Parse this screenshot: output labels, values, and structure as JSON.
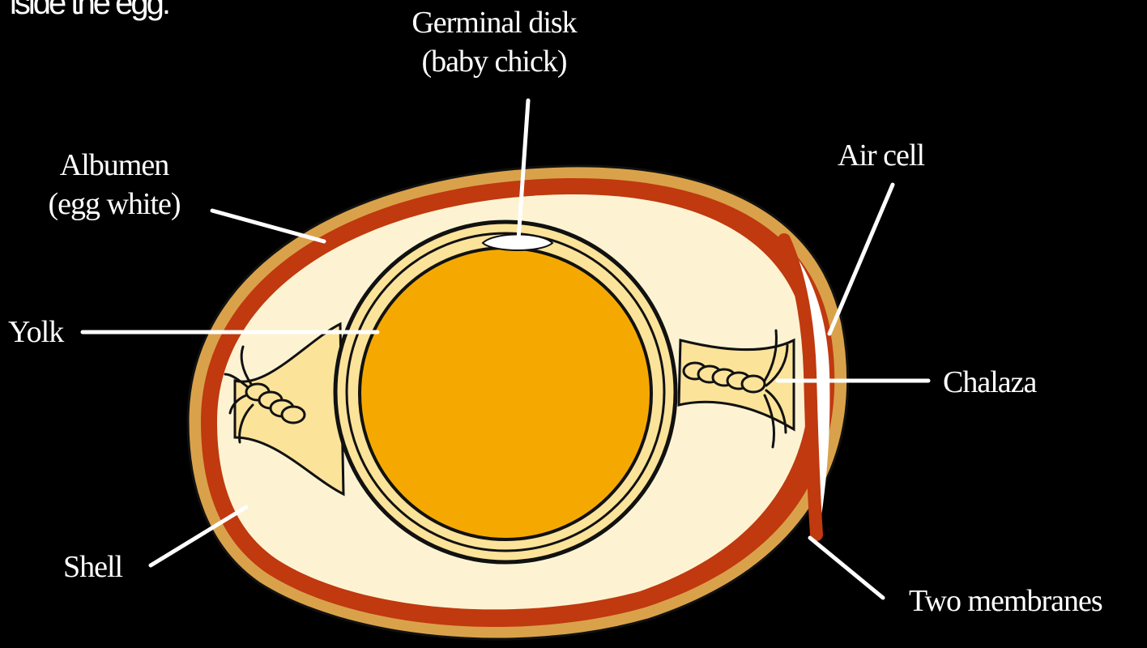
{
  "heading": "iside the egg.",
  "labels": {
    "germinal_disk": {
      "line1": "Germinal disk",
      "line2": "(baby chick)"
    },
    "albumen": {
      "line1": "Albumen",
      "line2": "(egg white)"
    },
    "air_cell": "Air cell",
    "yolk": "Yolk",
    "chalaza": "Chalaza",
    "shell": "Shell",
    "two_membranes": "Two membranes"
  },
  "colors": {
    "background": "#000000",
    "shell_outer": "#d9a24a",
    "membrane": "#c0390f",
    "albumen": "#fdf3d2",
    "yolk": "#f5a900",
    "yolk_ring": "#fbe39a",
    "air_cell": "#ffffff",
    "outline": "#111111",
    "leader_line": "#ffffff",
    "text": "#ffffff"
  }
}
